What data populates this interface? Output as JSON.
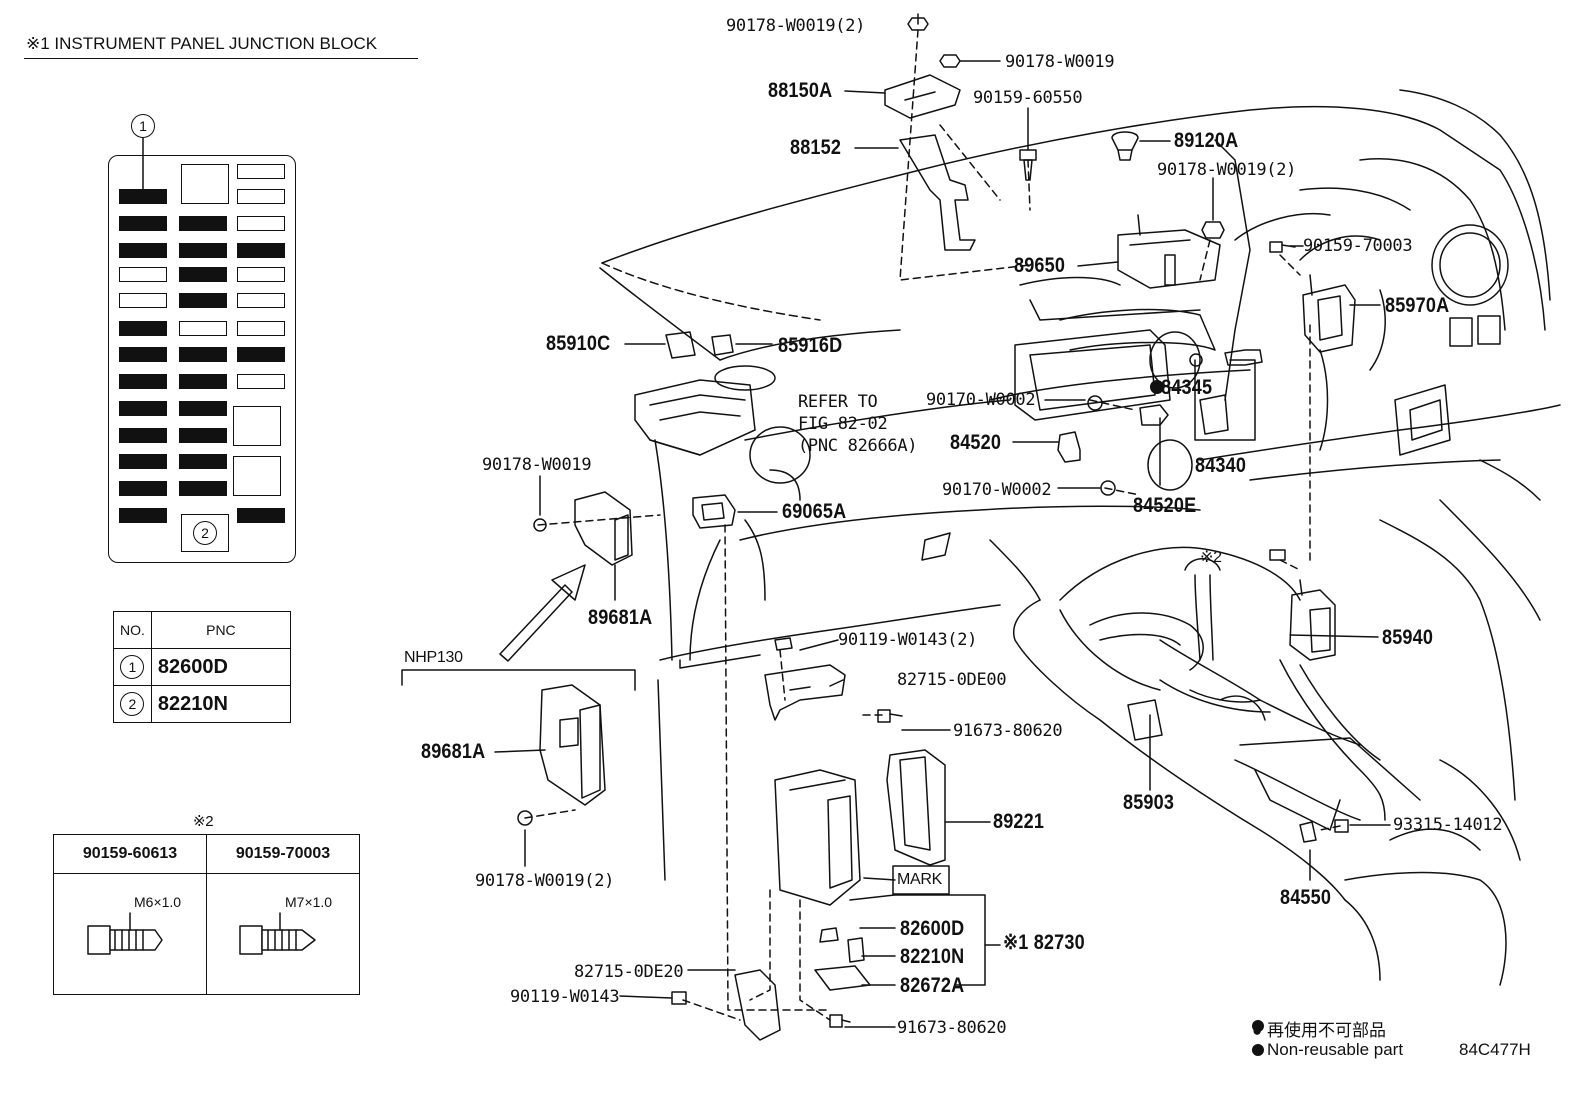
{
  "panel": {
    "title": "※1 INSTRUMENT PANEL JUNCTION BLOCK",
    "fuse_circle_1": "1",
    "fuse_circle_2": "2"
  },
  "pnc_table": {
    "header_no": "NO.",
    "header_pnc": "PNC",
    "rows": [
      {
        "no": "1",
        "pnc": "82600D"
      },
      {
        "no": "2",
        "pnc": "82210N"
      }
    ]
  },
  "screw_table": {
    "mark": "※2",
    "col1_part": "90159-60613",
    "col2_part": "90159-70003",
    "col1_thread": "M6×1.0",
    "col2_thread": "M7×1.0"
  },
  "nhp_label": "NHP130",
  "refer_note": {
    "line1": "REFER TO",
    "line2": "FIG 82-02",
    "line3": "(PNC 82666A)"
  },
  "parts": {
    "p90178_top": "90178-W0019(2)",
    "p90178_b": "90178-W0019",
    "p88150A": "88150A",
    "p90159_60550": "90159-60550",
    "p88152": "88152",
    "p89120A": "89120A",
    "p90178_c": "90178-W0019(2)",
    "p90159_70003": "90159-70003",
    "p89650": "89650",
    "p85970A": "85970A",
    "p85910C": "85910C",
    "p85916D": "85916D",
    "p84345": "●84345",
    "p90170_a": "90170-W0002",
    "p84520": "84520",
    "p84340": "84340",
    "p90170_b": "90170-W0002",
    "p84520E": "84520E",
    "p90178_d": "90178-W0019",
    "p69065A": "69065A",
    "p89681A_a": "89681A",
    "p_x2": "※2",
    "p85940": "85940",
    "p90119_a": "90119-W0143(2)",
    "p82715_a": "82715-0DE00",
    "p91673_a": "91673-80620",
    "p89681A_b": "89681A",
    "p89221": "89221",
    "p85903": "85903",
    "p93315": "93315-14012",
    "p90178_e": "90178-W0019(2)",
    "p_mark": "MARK",
    "p84550": "84550",
    "p82600D": "82600D",
    "p82210N": "82210N",
    "p82730": "※1 82730",
    "p82672A": "82672A",
    "p82715_b": "82715-0DE20",
    "p90119_b": "90119-W0143",
    "p91673_b": "91673-80620"
  },
  "legend": {
    "line1": "● 再使用不可部品",
    "line2": "● Non-reusable part"
  },
  "figure_code": "84C477H"
}
